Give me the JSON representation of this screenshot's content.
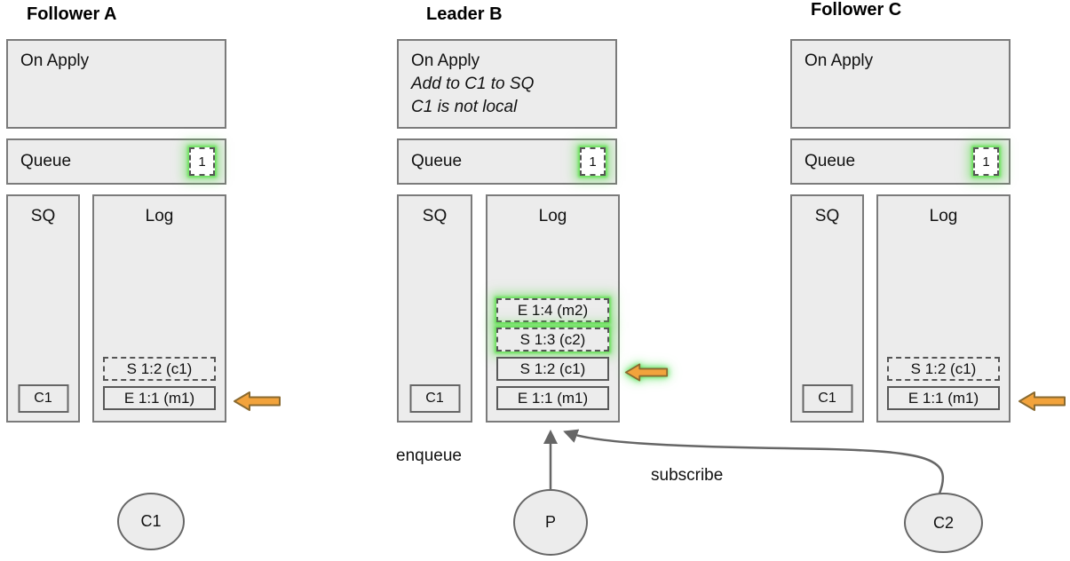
{
  "colors": {
    "box_fill": "#ececec",
    "box_border": "#7b7b7b",
    "entry_border": "#595959",
    "badge_fill": "#ffffff",
    "glow_green": "#5de04e",
    "arrow_orange": "#f2a33c",
    "arrow_orange_border": "#8a6a30",
    "connector_gray": "#666666"
  },
  "nodes": [
    {
      "title": "Follower A",
      "on_apply": {
        "title": "On Apply",
        "notes": []
      },
      "queue": {
        "label": "Queue",
        "badge": "1",
        "badge_glow": true
      },
      "sq": {
        "label": "SQ",
        "items": [
          {
            "text": "C1"
          }
        ]
      },
      "log": {
        "label": "Log",
        "entries": [
          {
            "text": "S 1:2 (c1)",
            "border": "dashed",
            "glow": false
          },
          {
            "text": "E 1:1 (m1)",
            "border": "solid",
            "glow": false
          }
        ]
      },
      "pointer": {
        "icon": "left-arrow",
        "glow": false
      }
    },
    {
      "title": "Leader B",
      "on_apply": {
        "title": "On Apply",
        "notes": [
          "Add to C1 to SQ",
          "C1 is not local"
        ]
      },
      "queue": {
        "label": "Queue",
        "badge": "1",
        "badge_glow": true
      },
      "sq": {
        "label": "SQ",
        "items": [
          {
            "text": "C1"
          }
        ]
      },
      "log": {
        "label": "Log",
        "entries": [
          {
            "text": "E 1:4 (m2)",
            "border": "dashed",
            "glow": true
          },
          {
            "text": "S 1:3 (c2)",
            "border": "dashed",
            "glow": true
          },
          {
            "text": "S 1:2 (c1)",
            "border": "solid",
            "glow": false
          },
          {
            "text": "E 1:1 (m1)",
            "border": "solid",
            "glow": false
          }
        ]
      },
      "pointer": {
        "icon": "left-arrow",
        "glow": true
      }
    },
    {
      "title": "Follower C",
      "on_apply": {
        "title": "On Apply",
        "notes": []
      },
      "queue": {
        "label": "Queue",
        "badge": "1",
        "badge_glow": true
      },
      "sq": {
        "label": "SQ",
        "items": [
          {
            "text": "C1"
          }
        ]
      },
      "log": {
        "label": "Log",
        "entries": [
          {
            "text": "S 1:2 (c1)",
            "border": "dashed",
            "glow": false
          },
          {
            "text": "E 1:1 (m1)",
            "border": "solid",
            "glow": false
          }
        ]
      },
      "pointer": {
        "icon": "left-arrow",
        "glow": false
      }
    }
  ],
  "actors": [
    {
      "label": "C1"
    },
    {
      "label": "P"
    },
    {
      "label": "C2"
    }
  ],
  "edges": [
    {
      "label": "enqueue"
    },
    {
      "label": "subscribe"
    }
  ]
}
